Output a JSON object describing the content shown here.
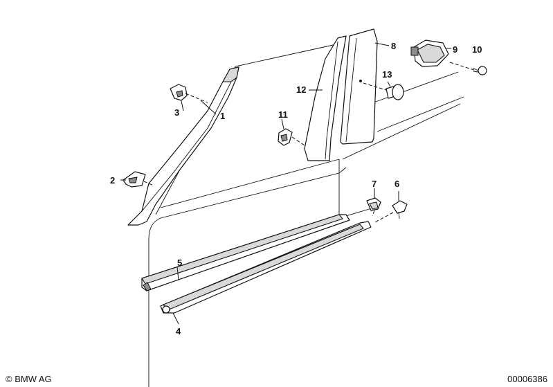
{
  "callouts": [
    "1",
    "2",
    "3",
    "4",
    "5",
    "6",
    "7",
    "8",
    "9",
    "10",
    "11",
    "12",
    "13"
  ],
  "footer": {
    "copyright": "© BMW AG",
    "reference": "00006386"
  }
}
